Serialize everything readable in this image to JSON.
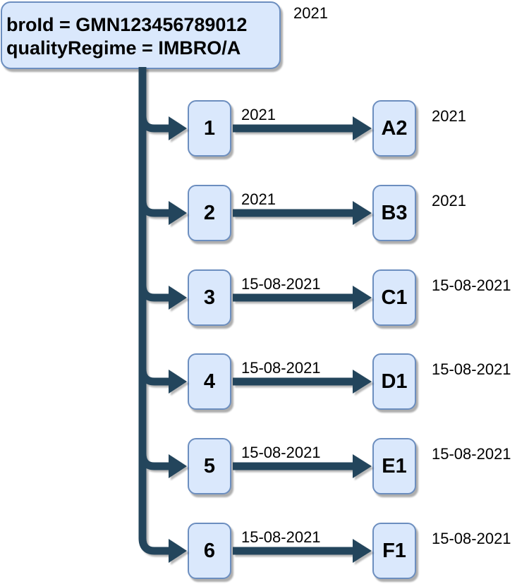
{
  "root": {
    "line1": "broId = GMN123456789012",
    "line2": "qualityRegime = IMBRO/A",
    "year_label": "2021"
  },
  "colors": {
    "box_fill": "#dae8fc",
    "box_stroke": "#6c8ebf",
    "edge": "#23455c",
    "text": "#000000"
  },
  "branches": [
    {
      "tube_number": "1",
      "edge_label": "2021",
      "target": "A2",
      "target_label": "2021"
    },
    {
      "tube_number": "2",
      "edge_label": "2021",
      "target": "B3",
      "target_label": "2021"
    },
    {
      "tube_number": "3",
      "edge_label": "15-08-2021",
      "target": "C1",
      "target_label": "15-08-2021"
    },
    {
      "tube_number": "4",
      "edge_label": "15-08-2021",
      "target": "D1",
      "target_label": "15-08-2021"
    },
    {
      "tube_number": "5",
      "edge_label": "15-08-2021",
      "target": "E1",
      "target_label": "15-08-2021"
    },
    {
      "tube_number": "6",
      "edge_label": "15-08-2021",
      "target": "F1",
      "target_label": "15-08-2021"
    }
  ]
}
